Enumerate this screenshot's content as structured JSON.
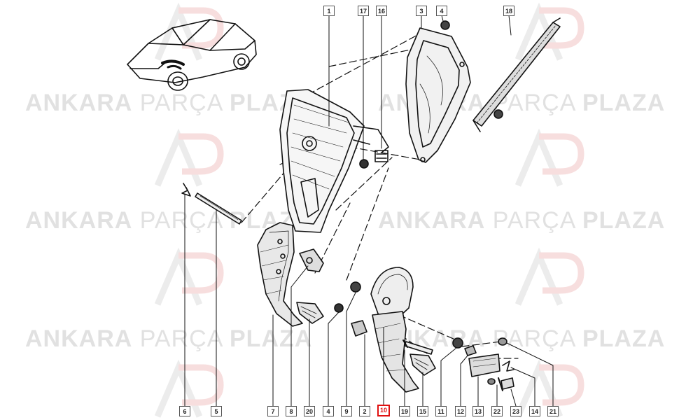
{
  "watermark": {
    "bold_word": "ANKARA",
    "light_word": "PARÇA",
    "bold_word_2": "PLAZA",
    "logo_letters": "AP"
  },
  "callouts_top": [
    "1",
    "17",
    "16",
    "3",
    "4",
    "18"
  ],
  "callouts_bottom": [
    "6",
    "5",
    "7",
    "8",
    "20",
    "4",
    "9",
    "2",
    "10",
    "19",
    "15",
    "11",
    "12",
    "13",
    "22",
    "23",
    "14",
    "21"
  ],
  "highlighted_callout": "10",
  "colors": {
    "highlight": "#e01010",
    "line": "#111111",
    "watermark": "#e1e1e1",
    "logo_red": "#f3c7c7"
  }
}
